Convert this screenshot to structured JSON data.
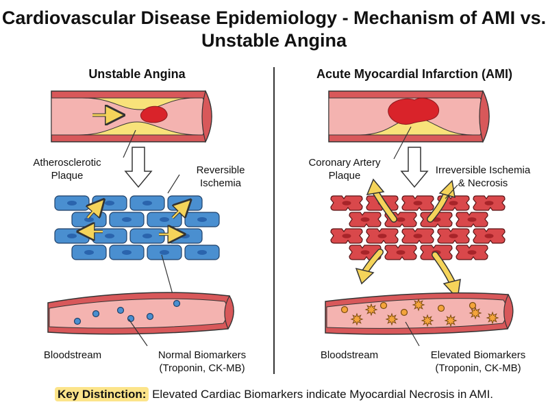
{
  "title": "Cardiovascular Disease Epidemiology - Mechanism of AMI vs. Unstable Angina",
  "left": {
    "heading": "Unstable Angina",
    "plaque_label": "Atherosclerotic Plaque",
    "ischemia_label": "Reversible Ischemia",
    "bloodstream_label": "Bloodstream",
    "biomarker_label": "Normal Biomarkers",
    "biomarker_sub": "(Troponin, CK-MB)"
  },
  "right": {
    "heading": "Acute Myocardial Infarction (AMI)",
    "plaque_label": "Coronary Artery Plaque",
    "ischemia_label": "Irreversible Ischemia & Necrosis",
    "bloodstream_label": "Bloodstream",
    "biomarker_label": "Elevated Biomarkers",
    "biomarker_sub": "(Troponin, CK-MB)"
  },
  "footer": {
    "key_label": "Key Distinction:",
    "text": " Elevated Cardiac Biomarkers indicate Myocardial Necrosis in AMI."
  },
  "colors": {
    "vessel_wall": "#d8585a",
    "vessel_lumen": "#f4b3b0",
    "plaque": "#f8e27a",
    "clot": "#d9232a",
    "healthy_cell": "#4a8fd0",
    "healthy_nucleus": "#2a64ad",
    "damaged_cell": "#d9484b",
    "damaged_nucleus": "#a72429",
    "arrow": "#f5d45a",
    "marker_blue": "#4a8fd0",
    "marker_orange": "#f4a43b"
  }
}
